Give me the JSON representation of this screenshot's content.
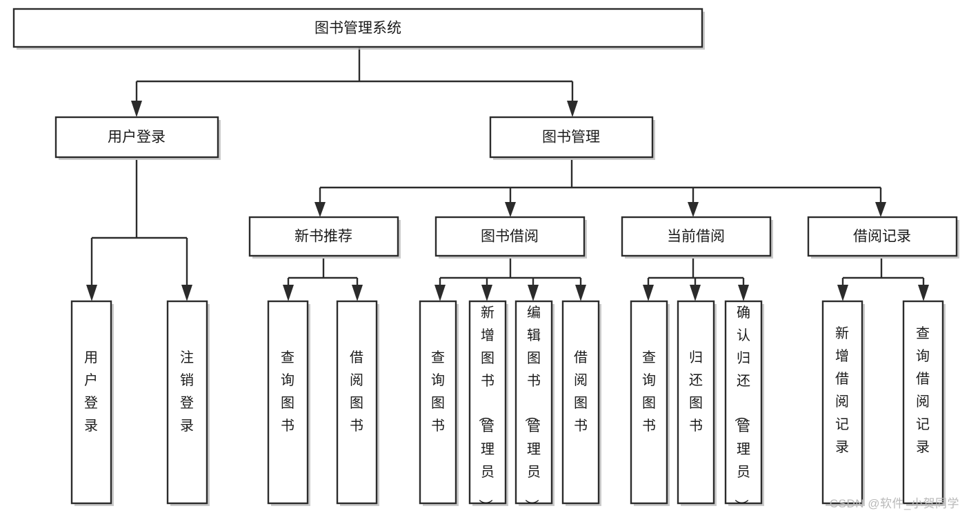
{
  "diagram": {
    "type": "tree",
    "title": "图书管理系统",
    "orientation": "top-down",
    "watermark": "CSDN @软件_小贺同学",
    "colors": {
      "node_fill": "#ffffff",
      "node_stroke": "#2b2b2b",
      "text": "#1a1a1a",
      "shadow": "#b8b8b8",
      "watermark": "#b9b9b9",
      "background": "#ffffff"
    },
    "levels": {
      "root": "图书管理系统",
      "level2": [
        "用户登录",
        "图书管理"
      ],
      "level3": [
        "新书推荐",
        "图书借阅",
        "当前借阅",
        "借阅记录"
      ]
    },
    "root": {
      "label": "图书管理系统"
    },
    "branches": [
      {
        "label": "用户登录",
        "leaves": [
          {
            "label": "用户登录"
          },
          {
            "label": "注销登录"
          }
        ]
      },
      {
        "label": "图书管理",
        "children": [
          {
            "label": "新书推荐",
            "leaves": [
              {
                "label": "查询图书"
              },
              {
                "label": "借阅图书"
              }
            ]
          },
          {
            "label": "图书借阅",
            "leaves": [
              {
                "label": "查询图书"
              },
              {
                "label": "新增图书（管理员）"
              },
              {
                "label": "编辑图书（管理员）"
              },
              {
                "label": "借阅图书"
              }
            ]
          },
          {
            "label": "当前借阅",
            "leaves": [
              {
                "label": "查询图书"
              },
              {
                "label": "归还图书"
              },
              {
                "label": "确认归还（管理员）"
              }
            ]
          },
          {
            "label": "借阅记录",
            "leaves": [
              {
                "label": "新增借阅记录"
              },
              {
                "label": "查询借阅记录"
              }
            ]
          }
        ]
      }
    ],
    "nodes": {
      "root": {
        "label": "图书管理系统"
      },
      "n_user_login": {
        "label": "用户登录"
      },
      "n_book_mgmt": {
        "label": "图书管理"
      },
      "n_new_book": {
        "label": "新书推荐"
      },
      "n_borrow": {
        "label": "图书借阅"
      },
      "n_current": {
        "label": "当前借阅"
      },
      "n_record": {
        "label": "借阅记录"
      },
      "l_user_login": {
        "label": "用户登录"
      },
      "l_logout": {
        "label": "注销登录"
      },
      "l_nb_query": {
        "label": "查询图书"
      },
      "l_nb_borrow": {
        "label": "借阅图书"
      },
      "l_bw_query": {
        "label": "查询图书"
      },
      "l_bw_add": {
        "label": "新增图书（管理员）"
      },
      "l_bw_edit": {
        "label": "编辑图书（管理员）"
      },
      "l_bw_borrow": {
        "label": "借阅图书"
      },
      "l_cu_query": {
        "label": "查询图书"
      },
      "l_cu_return": {
        "label": "归还图书"
      },
      "l_cu_confirm": {
        "label": "确认归还（管理员）"
      },
      "l_rc_add": {
        "label": "新增借阅记录"
      },
      "l_rc_query": {
        "label": "查询借阅记录"
      }
    }
  }
}
